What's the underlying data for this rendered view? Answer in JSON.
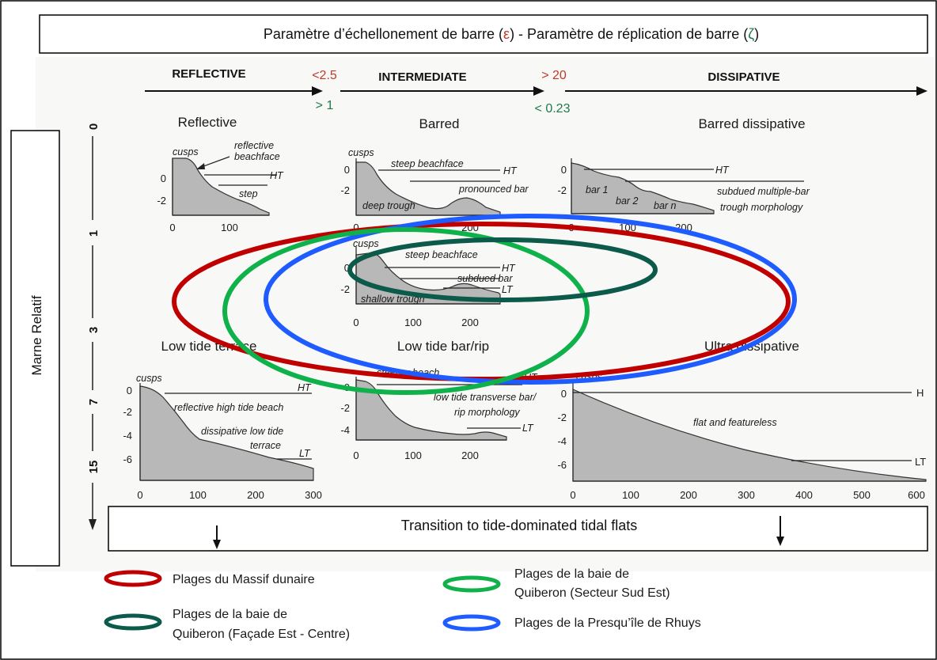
{
  "header": {
    "title_part1": "Paramètre d’échellonement de barre (",
    "epsilon": "ε",
    "title_part2": ") - Paramètre de réplication de barre (",
    "zeta": "ζ",
    "title_part3": ")"
  },
  "stages": {
    "reflective": "REFLECTIVE",
    "intermediate": "INTERMEDIATE",
    "dissipative": "DISSIPATIVE"
  },
  "thresholds": {
    "t1_eps": "<2.5",
    "t1_zeta": "> 1",
    "t2_eps": "> 20",
    "t2_zeta": "< 0.23"
  },
  "axis": {
    "label": "Marne Relatif",
    "ticks": [
      "0",
      "1",
      "3",
      "7",
      "15"
    ]
  },
  "panels": {
    "reflective": {
      "title": "Reflective",
      "cusps": "cusps",
      "beachface": [
        "reflective",
        "beachface"
      ],
      "ht": "HT",
      "step": "step",
      "yticks": [
        "0",
        "-2"
      ],
      "xticks": [
        "0",
        "100"
      ]
    },
    "barred": {
      "title": "Barred",
      "cusps": "cusps",
      "steep": "steep beachface",
      "ht": "HT",
      "bar": "pronounced bar",
      "trough": "deep trough",
      "yticks": [
        "0",
        "-2"
      ],
      "xticks": [
        "0",
        "100",
        "200"
      ]
    },
    "barred_dissipative": {
      "title": "Barred dissipative",
      "ht": "HT",
      "bar1": "bar 1",
      "bar2": "bar 2",
      "barn": "bar n",
      "desc": [
        "subdued multiple-bar",
        "trough morphology"
      ],
      "yticks": [
        "0",
        "-2"
      ],
      "xticks": [
        "0",
        "100",
        "200"
      ]
    },
    "middle": {
      "cusps": "cusps",
      "steep": "steep beachface",
      "ht": "HT",
      "bar": "subdued bar",
      "lt": "LT",
      "trough": "shallow trough",
      "yticks": [
        "0",
        "-2"
      ],
      "xticks": [
        "0",
        "100",
        "200"
      ]
    },
    "low_tide_terrace": {
      "title": "Low tide terrace",
      "cusps": "cusps",
      "ht": "HT",
      "desc1": "reflective high tide beach",
      "desc2": [
        "dissipative low tide",
        "terrace"
      ],
      "lt": "LT",
      "yticks": [
        "0",
        "-2",
        "-4",
        "-6"
      ],
      "xticks": [
        "0",
        "100",
        "200",
        "300"
      ]
    },
    "low_tide_bar_rip": {
      "title": "Low tide bar/rip",
      "steeper": "steeper beach",
      "ht": "HT",
      "desc": [
        "low tide transverse bar/",
        "rip morphology"
      ],
      "lt": "LT",
      "yticks": [
        "0",
        "-2",
        "-4"
      ],
      "xticks": [
        "0",
        "100",
        "200"
      ]
    },
    "ultra_dissipative": {
      "title": "Ultra dissipative",
      "cusps": "cusps",
      "h": "H",
      "desc": "flat and featureless",
      "lt": "LT",
      "yticks": [
        "0",
        "-2",
        "-4",
        "-6"
      ],
      "xticks": [
        "0",
        "100",
        "200",
        "300",
        "400",
        "500",
        "600"
      ]
    }
  },
  "transition": "Transition to tide-dominated tidal flats",
  "legend": [
    {
      "color": "#c00000",
      "lines": [
        "Plages du Massif dunaire"
      ]
    },
    {
      "color": "#0fb14a",
      "lines": [
        "Plages de la baie de",
        "Quiberon (Secteur Sud Est)"
      ]
    },
    {
      "color": "#0b5a4a",
      "lines": [
        "Plages de la baie de",
        "Quiberon (Façade Est - Centre)"
      ]
    },
    {
      "color": "#1f5cff",
      "lines": [
        "Plages de la Presqu’île de Rhuys"
      ]
    }
  ],
  "colors": {
    "epsilon": "#c0392b",
    "zeta": "#1f7a4d",
    "profile_fill": "#b8b8b8",
    "red": "#c00000",
    "green": "#0fb14a",
    "dark_green": "#0b5a4a",
    "blue": "#1f5cff"
  }
}
